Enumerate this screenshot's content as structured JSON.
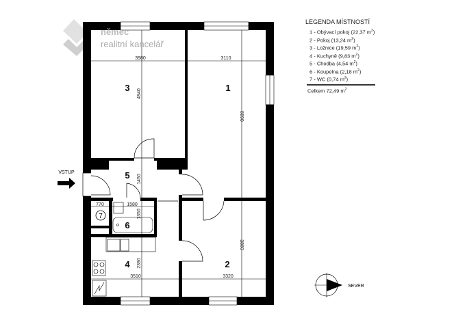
{
  "logo": {
    "line1": "němec",
    "line2": "realitní kancelář"
  },
  "legend": {
    "title": "LEGENDA MÍSTNOSTÍ",
    "items": [
      {
        "label": "1 - Obývací pokoj (22,37 m",
        "sup": "2",
        "end": ")"
      },
      {
        "label": "2 - Pokoj (13,24 m",
        "sup": "2",
        "end": ")"
      },
      {
        "label": "3 - Ložnice (19,59 m",
        "sup": "2",
        "end": ")"
      },
      {
        "label": "4 - Kuchyně (9,83 m",
        "sup": "2",
        "end": ")"
      },
      {
        "label": "5 - Chodba (4,54 m",
        "sup": "2",
        "end": ")"
      },
      {
        "label": "6 - Koupelna (2,18 m",
        "sup": "2",
        "end": ")"
      },
      {
        "label": "7 - WC (0,74 m",
        "sup": "2",
        "end": ")"
      }
    ],
    "total": "Celkem 72,49 m",
    "total_sup": "2"
  },
  "rooms": {
    "r1": "1",
    "r2": "2",
    "r3": "3",
    "r4": "4",
    "r5": "5",
    "r6": "6",
    "r7": "7"
  },
  "dimensions": {
    "d3980": "3980",
    "d3110": "3110",
    "d4940": "4940",
    "d6690": "6690",
    "d1450": "1450",
    "d1350": "1350",
    "d2390": "2390",
    "d3860": "3860",
    "d770": "770",
    "d1580": "1580",
    "d3510": "3510",
    "d3320": "3320"
  },
  "entrance": "VSTUP",
  "compass": "SEVER"
}
